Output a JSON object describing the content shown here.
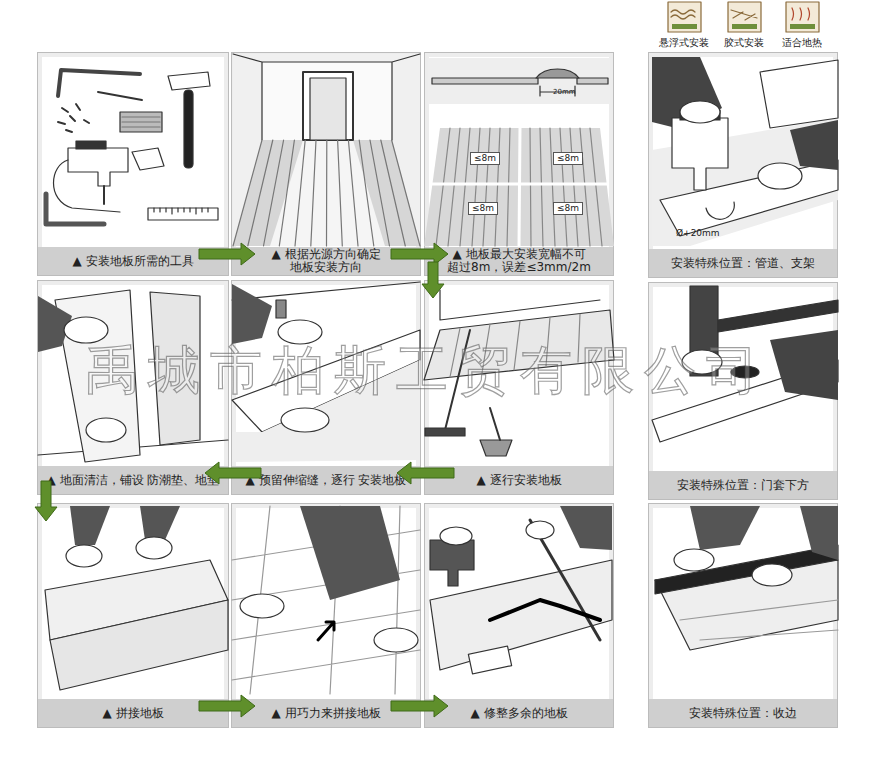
{
  "diagram": {
    "nodes": [
      {
        "text": [
          "悬浮式安装"
        ]
      },
      {
        "text": [
          "胶式安装"
        ]
      },
      {
        "text": [
          "适合地热"
        ]
      },
      {
        "text": [
          "▲ 安装地板所需的工具"
        ]
      },
      {
        "text": [
          "▲ 根据光源方向确定 地板安装方向"
        ]
      },
      {
        "text": [
          "▲ 地板最大安装宽幅不可 超过8m，误差≤3mm/2m"
        ]
      },
      {
        "text": [
          "安装特殊位置：管道、支架"
        ]
      },
      {
        "text": [
          "▲ 地面清洁，铺设 防潮垫、地垫"
        ]
      },
      {
        "text": [
          "▲ 预留伸缩缝，逐行 安装地板"
        ]
      },
      {
        "text": [
          "▲ 逐行安装地板"
        ]
      },
      {
        "text": [
          "安装特殊位置：门套下方"
        ]
      },
      {
        "text": [
          "▲ 拼接地板"
        ]
      },
      {
        "text": [
          "▲ 用巧力来拼接地板"
        ]
      },
      {
        "text": [
          "▲ 修整多余的地板"
        ]
      },
      {
        "text": [
          "安装特殊位置：收边"
        ]
      }
    ],
    "edges": [
      {
        "from": 3,
        "to": 4,
        "arrow": "to"
      },
      {
        "from": 4,
        "to": 5,
        "arrow": "to"
      },
      {
        "from": 5,
        "to": 9,
        "arrow": "to"
      },
      {
        "from": 9,
        "to": 8,
        "arrow": "to"
      },
      {
        "from": 8,
        "to": 7,
        "arrow": "to"
      },
      {
        "from": 7,
        "to": 11,
        "arrow": "to"
      },
      {
        "from": 11,
        "to": 12,
        "arrow": "to"
      },
      {
        "from": 12,
        "to": 13,
        "arrow": "to"
      }
    ],
    "labels": [
      "≤8m",
      "≤8m",
      "≤8m",
      "≤8m",
      "20mm",
      "Ø+20mm",
      "禹城市柏斯工贸有限公司"
    ]
  }
}
